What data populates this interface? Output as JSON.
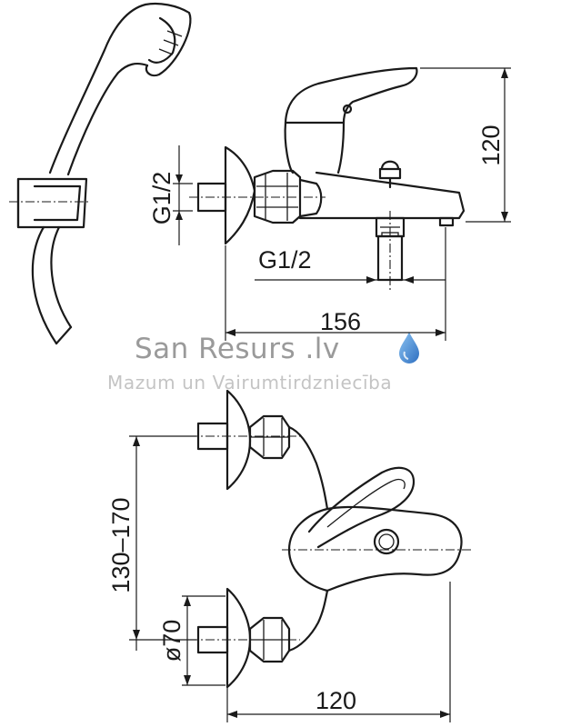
{
  "watermark": {
    "brand": "San Resurs .lv",
    "tagline": "Mazum un Vairumtirdzniecība",
    "drop_color": "#4a8fd8"
  },
  "dimensions": {
    "thread_side": "G1/2",
    "thread_bottom": "G1/2",
    "height_side": "120",
    "width_side": "156",
    "spacing_range": "130–170",
    "flange_diameter": "ø70",
    "projection_top": "120"
  }
}
